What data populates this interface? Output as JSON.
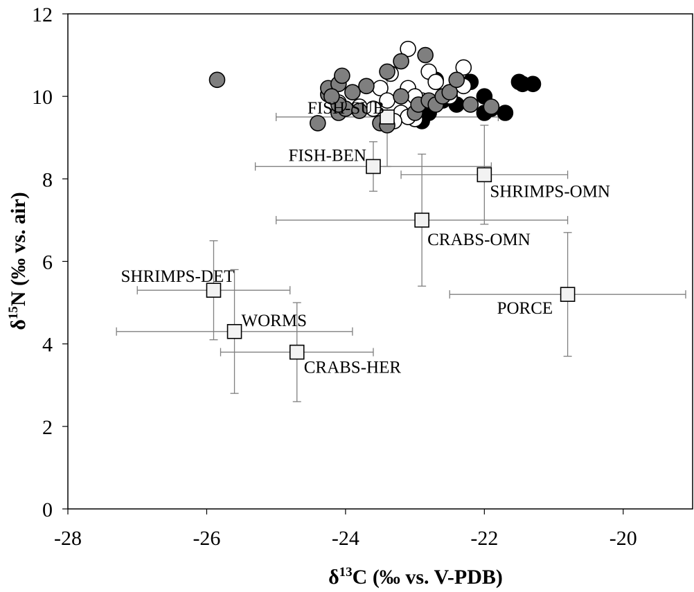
{
  "chart_data": {
    "type": "scatter",
    "title": "",
    "xlabel": {
      "prefix": "δ",
      "sup": "13",
      "rest": "C (‰ vs. V-PDB)"
    },
    "ylabel": {
      "prefix": "δ",
      "sup": "15",
      "rest": "N (‰ vs. air)"
    },
    "xlim": [
      -28,
      -19
    ],
    "ylim": [
      0,
      12
    ],
    "xticks": [
      -28,
      -26,
      -24,
      -22,
      -20
    ],
    "yticks": [
      0,
      2,
      4,
      6,
      8,
      10,
      12
    ],
    "xtick_labels": [
      "-28",
      "-26",
      "-24",
      "-22",
      "-20"
    ],
    "ytick_labels": [
      "0",
      "2",
      "4",
      "6",
      "8",
      "10",
      "12"
    ],
    "grid": false,
    "colors": {
      "black_points": "#000000",
      "white_points": "#ffffff",
      "grey_points": "#7f7f7f",
      "source_marker": "#f2f2f2",
      "error_bar": "#7f7f7f"
    },
    "point_series": [
      {
        "marker": "black-circle",
        "points": [
          [
            -22.8,
            9.6
          ],
          [
            -22.9,
            9.4
          ],
          [
            -22.6,
            9.9
          ],
          [
            -22.5,
            10.1
          ],
          [
            -22.7,
            10.4
          ],
          [
            -22.2,
            10.35
          ],
          [
            -22.0,
            10.0
          ],
          [
            -22.0,
            9.6
          ],
          [
            -21.9,
            9.7
          ],
          [
            -21.7,
            9.6
          ],
          [
            -21.5,
            10.35
          ],
          [
            -21.45,
            10.3
          ],
          [
            -21.3,
            10.3
          ],
          [
            -22.4,
            9.8
          ]
        ]
      },
      {
        "marker": "white-circle",
        "points": [
          [
            -23.1,
            11.15
          ],
          [
            -22.3,
            10.7
          ],
          [
            -22.8,
            10.6
          ],
          [
            -22.7,
            10.35
          ],
          [
            -22.3,
            10.25
          ],
          [
            -23.5,
            10.2
          ],
          [
            -23.4,
            9.9
          ],
          [
            -23.2,
            9.6
          ],
          [
            -23.0,
            9.45
          ],
          [
            -23.6,
            9.7
          ],
          [
            -23.8,
            9.75
          ],
          [
            -24.1,
            9.85
          ],
          [
            -22.9,
            9.9
          ],
          [
            -23.1,
            10.2
          ],
          [
            -22.5,
            10.0
          ],
          [
            -23.35,
            10.55
          ],
          [
            -23.0,
            10.0
          ],
          [
            -23.1,
            9.5
          ],
          [
            -23.3,
            9.4
          ]
        ]
      },
      {
        "marker": "grey-circle",
        "points": [
          [
            -25.85,
            10.4
          ],
          [
            -24.4,
            9.35
          ],
          [
            -24.25,
            10.05
          ],
          [
            -24.25,
            10.2
          ],
          [
            -24.1,
            10.3
          ],
          [
            -24.05,
            10.5
          ],
          [
            -24.1,
            9.6
          ],
          [
            -24.0,
            9.7
          ],
          [
            -24.1,
            9.8
          ],
          [
            -24.2,
            10.0
          ],
          [
            -23.9,
            10.1
          ],
          [
            -23.7,
            10.25
          ],
          [
            -23.8,
            9.65
          ],
          [
            -23.5,
            9.35
          ],
          [
            -23.4,
            9.3
          ],
          [
            -23.4,
            10.6
          ],
          [
            -23.2,
            10.85
          ],
          [
            -23.2,
            10.0
          ],
          [
            -23.0,
            9.6
          ],
          [
            -22.95,
            9.8
          ],
          [
            -22.85,
            11.0
          ],
          [
            -22.8,
            9.9
          ],
          [
            -22.7,
            9.8
          ],
          [
            -22.6,
            10.0
          ],
          [
            -22.5,
            10.1
          ],
          [
            -22.4,
            10.4
          ],
          [
            -22.2,
            9.8
          ],
          [
            -21.9,
            9.75
          ]
        ]
      }
    ],
    "sources": [
      {
        "name": "FISH-SUB",
        "x": -23.4,
        "y": 9.5,
        "xerr": 1.6,
        "yerr": 1.2
      },
      {
        "name": "FISH-BEN",
        "x": -23.6,
        "y": 8.3,
        "xerr": 1.7,
        "yerr": 0.6
      },
      {
        "name": "SHRIMPS-OMN",
        "x": -22.0,
        "y": 8.1,
        "xerr": 1.2,
        "yerr": 1.2
      },
      {
        "name": "CRABS-OMN",
        "x": -22.9,
        "y": 7.0,
        "xerr": 2.1,
        "yerr": 1.6
      },
      {
        "name": "PORCE",
        "x": -20.8,
        "y": 5.2,
        "xerr": 1.7,
        "yerr": 1.5
      },
      {
        "name": "SHRIMPS-DET",
        "x": -25.9,
        "y": 5.3,
        "xerr": 1.1,
        "yerr": 1.2
      },
      {
        "name": "WORMS",
        "x": -25.6,
        "y": 4.3,
        "xerr": 1.7,
        "yerr": 1.5
      },
      {
        "name": "CRABS-HER",
        "x": -24.7,
        "y": 3.8,
        "xerr": 1.1,
        "yerr": 1.2
      }
    ]
  }
}
